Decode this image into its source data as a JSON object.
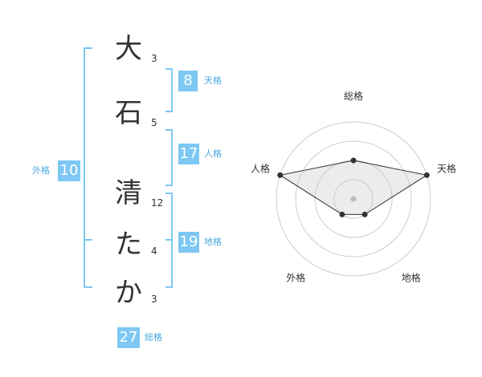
{
  "name": {
    "characters": [
      {
        "char": "大",
        "strokes": "3"
      },
      {
        "char": "石",
        "strokes": "5"
      },
      {
        "char": "清",
        "strokes": "12"
      },
      {
        "char": "た",
        "strokes": "4"
      },
      {
        "char": "か",
        "strokes": "3"
      }
    ]
  },
  "fortunes": {
    "tenkaku": {
      "label": "天格",
      "value": "8"
    },
    "jinkaku": {
      "label": "人格",
      "value": "17"
    },
    "chikaku": {
      "label": "地格",
      "value": "19"
    },
    "gaikaku": {
      "label": "外格",
      "value": "10"
    },
    "soukaku": {
      "label": "総格",
      "value": "27"
    }
  },
  "colors": {
    "accent": "#7ec8f3",
    "label": "#4aa8de",
    "text": "#333333"
  },
  "chart_data": {
    "type": "radar",
    "axes": [
      "総格",
      "天格",
      "地格",
      "外格",
      "人格"
    ],
    "max": 4,
    "rings": 4,
    "values": [
      2,
      4,
      1,
      1,
      4
    ]
  }
}
